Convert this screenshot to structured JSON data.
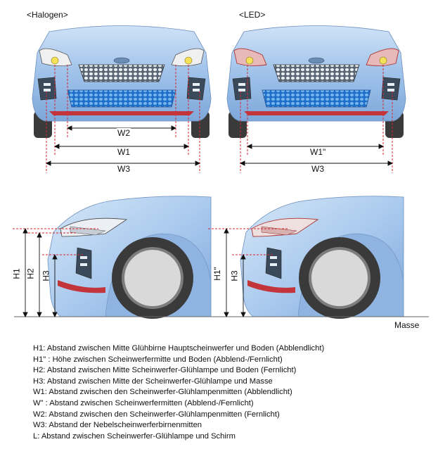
{
  "sections": {
    "halogen": "<Halogen>",
    "led": "<LED>"
  },
  "dimensions": {
    "w2": "W2",
    "w1": "W1",
    "w3_left": "W3",
    "w1_led": "W1\"",
    "w3_right": "W3",
    "h1": "H1",
    "h2": "H2",
    "h3": "H3",
    "h1_led": "H1\"",
    "h3_led": "H3"
  },
  "ground_label": "Masse",
  "legend": [
    "H1: Abstand zwischen Mitte Glühbirne Hauptscheinwerfer und Boden (Abblendlicht)",
    "H1\" : Höhe zwischen Scheinwerfermitte und Boden (Abblend-/Fernlicht)",
    "H2: Abstand zwischen Mitte Scheinwerfer-Glühlampe und Boden (Fernlicht)",
    "H3: Abstand zwischen Mitte der Scheinwerfer-Glühlampe und Masse",
    "W1: Abstand zwischen den Scheinwerfer-Glühlampenmitten (Abblendlicht)",
    "W\" : Abstand zwischen Scheinwerfermitten (Abblend-/Fernlicht)",
    "W2: Abstand zwischen den Scheinwerfer-Glühlampenmitten (Fernlicht)",
    "W3: Abstand der Nebelscheinwerferbirnenmitten",
    "L: Abstand zwischen Scheinwerfer-Glühlampe und Schirm"
  ],
  "colors": {
    "car_body": "#a9c9ee",
    "car_dark": "#6e97c9",
    "grille": "#4a90d9",
    "red_line": "#d9262c",
    "tire": "#3a3a3a"
  }
}
